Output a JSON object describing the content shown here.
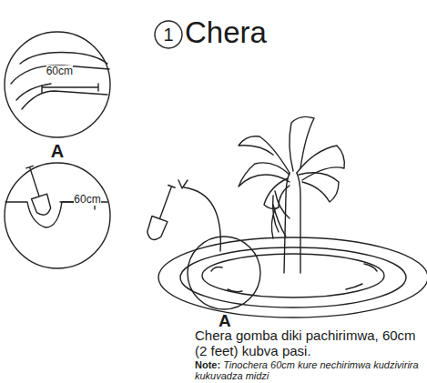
{
  "diagram": {
    "title": "Chera",
    "nodes": [
      {
        "text": [
          "1"
        ]
      },
      {
        "text": [
          "60cm",
          "A"
        ]
      },
      {
        "text": [
          "60cm"
        ]
      }
    ],
    "labels": [
      "A",
      "Chera gomba diki pachirimwa, 60cm (2 feet) kubva pasi.",
      "Note:",
      "Tinochera 60cm kure nechirimwa kudzivirira kukuvadza midzi"
    ]
  }
}
